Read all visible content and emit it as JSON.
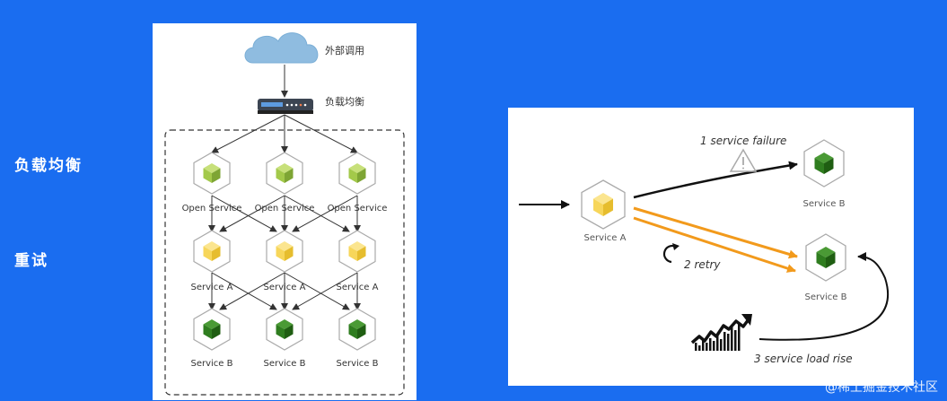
{
  "side_labels": {
    "load_balancing": "负载均衡",
    "retry": "重试"
  },
  "left_diagram": {
    "external_call_label": "外部调用",
    "load_balancer_label": "负载均衡",
    "open_service_label": "Open Service",
    "service_a_label": "Service A",
    "service_b_label": "Service B"
  },
  "right_diagram": {
    "service_a_label": "Service A",
    "service_b_top_label": "Service B",
    "service_b_bottom_label": "Service B",
    "step1": "1 service failure",
    "step2": "2 retry",
    "step3": "3 service load rise"
  },
  "watermark": "@稀土掘金技术社区",
  "colors": {
    "background": "#1a6df0",
    "open_service": "#a3c94a",
    "service_a": "#f7d65a",
    "service_b": "#2f7d1f",
    "retry_orange": "#f29a1c"
  }
}
